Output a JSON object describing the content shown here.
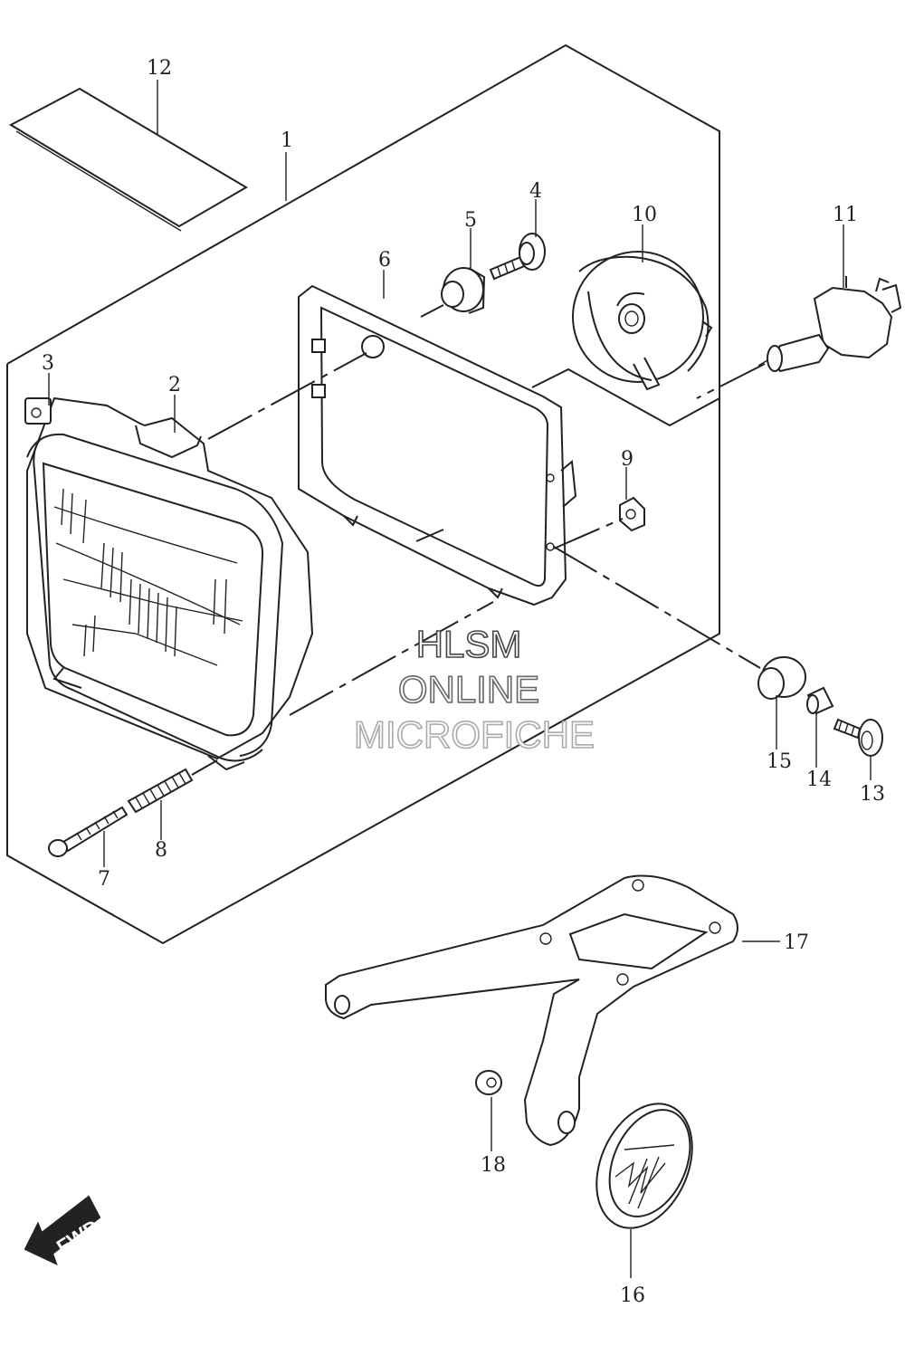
{
  "diagram": {
    "part_numbers": [
      "1",
      "2",
      "3",
      "4",
      "5",
      "6",
      "7",
      "8",
      "9",
      "10",
      "11",
      "12",
      "13",
      "14",
      "15",
      "16",
      "17",
      "18"
    ],
    "watermark": [
      "HLSM",
      "ONLINE",
      "MICROFICHE"
    ],
    "direction_badge": "FWD"
  }
}
